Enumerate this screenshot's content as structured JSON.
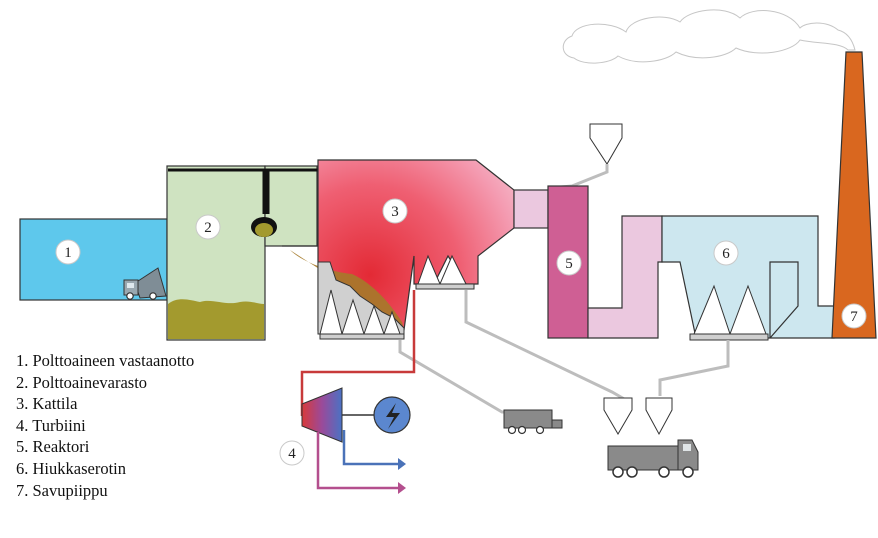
{
  "units": [
    {
      "id": "unit-1",
      "badge": "1"
    },
    {
      "id": "unit-2",
      "badge": "2"
    },
    {
      "id": "unit-3",
      "badge": "3"
    },
    {
      "id": "unit-4",
      "badge": "4"
    },
    {
      "id": "unit-5",
      "badge": "5"
    },
    {
      "id": "unit-6",
      "badge": "6"
    },
    {
      "id": "unit-7",
      "badge": "7"
    }
  ],
  "legend": [
    "1. Polttoaineen vastaanotto",
    "2. Polttoainevarasto",
    "3. Kattila",
    "4. Turbiini",
    "5. Reaktori",
    "6. Hiukkaserotin",
    "7. Savupiippu"
  ],
  "colors": {
    "reception": "#5ec8ec",
    "storage": "#cfe3c1",
    "fuel": "#a39a2e",
    "boiler_hot": "#e83a45",
    "boiler_cool": "#f4c2d2",
    "reactor": "#cf5f94",
    "duct": "#ebc8df",
    "separator": "#cde7ef",
    "chimney": "#d9671f",
    "steam_line": "#c83a3a",
    "water_line": "#4a72b8",
    "district_line": "#b44f8e",
    "ash_line": "#bdbdbd",
    "generator": "#5b87cf"
  },
  "icons": [
    "truck-icon",
    "lightning-icon",
    "grab-bucket-icon",
    "hopper-icon"
  ]
}
